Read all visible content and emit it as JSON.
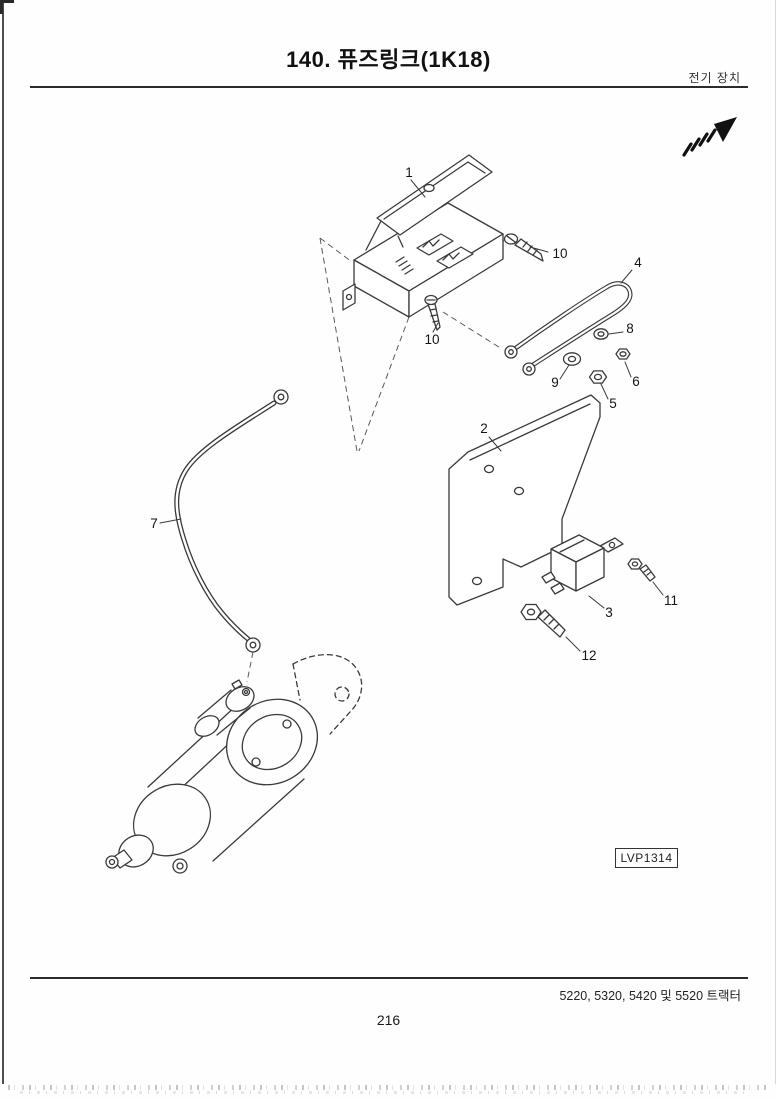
{
  "page": {
    "title": "140. 퓨즈링크(1K18)",
    "section_label": "전기 장치",
    "figure_code": "LVP1314",
    "models_line": "5220, 5320, 5420 및 5520 트랙터",
    "page_number": "216"
  },
  "icons": {
    "nav_arrow": "page-forward-arrow"
  },
  "diagram": {
    "callouts": [
      {
        "label": "1"
      },
      {
        "label": "10"
      },
      {
        "label": "4"
      },
      {
        "label": "8"
      },
      {
        "label": "6"
      },
      {
        "label": "9"
      },
      {
        "label": "5"
      },
      {
        "label": "2"
      },
      {
        "label": "10"
      },
      {
        "label": "7"
      },
      {
        "label": "3"
      },
      {
        "label": "11"
      },
      {
        "label": "12"
      }
    ]
  }
}
